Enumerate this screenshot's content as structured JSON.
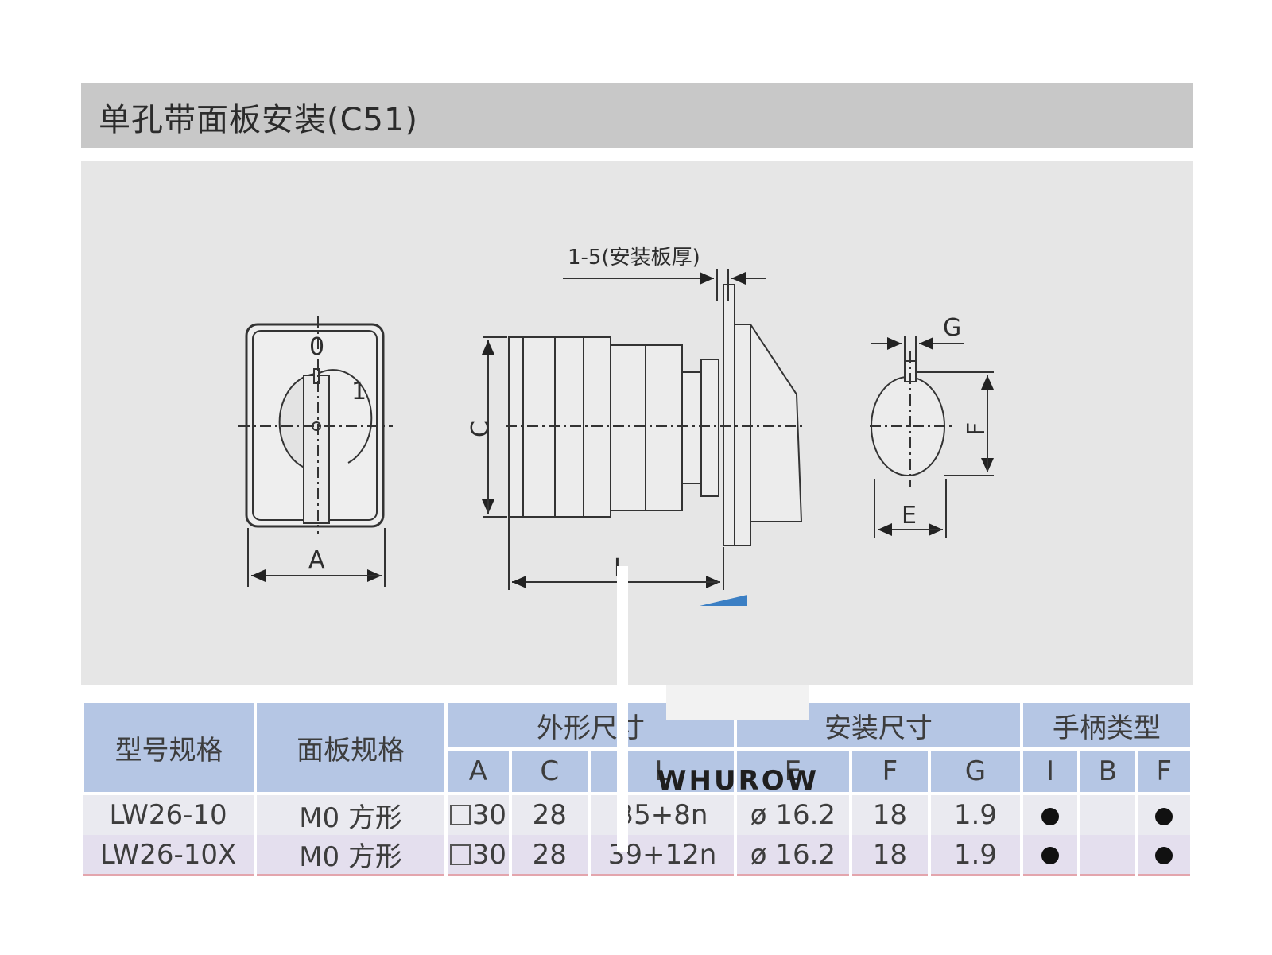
{
  "title": "单孔带面板安装(C51)",
  "drawing": {
    "front_view": {
      "pos_0": "0",
      "pos_1": "1",
      "dim_a": "A"
    },
    "side_view": {
      "panel_thickness": "1-5(安装板厚)",
      "dim_c": "C",
      "dim_l": "L"
    },
    "hole_view": {
      "dim_g": "G",
      "dim_f": "F",
      "dim_e": "E"
    }
  },
  "table": {
    "headers": {
      "model": "型号规格",
      "panel": "面板规格",
      "outline": "外形尺寸",
      "mounting": "安装尺寸",
      "handle": "手柄类型"
    },
    "sub_headers": [
      "A",
      "C",
      "L",
      "E",
      "F",
      "G",
      "I",
      "B",
      "F"
    ],
    "rows": [
      {
        "model": "LW26-10",
        "panel": "M0 方形",
        "a": "30",
        "c": "28",
        "l": "35+8n",
        "e": "ø 16.2",
        "f": "18",
        "g": "1.9",
        "handle": [
          true,
          false,
          true
        ]
      },
      {
        "model": "LW26-10X",
        "panel": "M0 方形",
        "a": "30",
        "c": "28",
        "l": "39+12n",
        "e": "ø 16.2",
        "f": "18",
        "g": "1.9",
        "handle": [
          true,
          false,
          true
        ]
      }
    ]
  },
  "watermark": "WHUROW"
}
